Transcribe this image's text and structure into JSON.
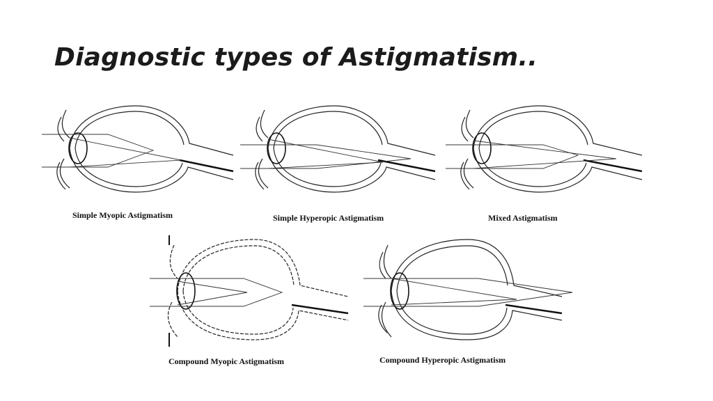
{
  "title": "Diagnostic types of Astigmatism..",
  "diagrams": {
    "simple_myopic": {
      "caption": "Simple Myopic Astigmatism"
    },
    "simple_hyperopic": {
      "caption": "Simple Hyperopic Astigmatism"
    },
    "mixed": {
      "caption": "Mixed Astigmatism"
    },
    "compound_myopic": {
      "caption": "Compound Myopic Astigmatism"
    },
    "compound_hyperopic": {
      "caption": "Compound Hyperopic Astigmatism"
    }
  },
  "colors": {
    "title": "#1b1b1b",
    "lines": "#222222",
    "rays": "#333333"
  }
}
